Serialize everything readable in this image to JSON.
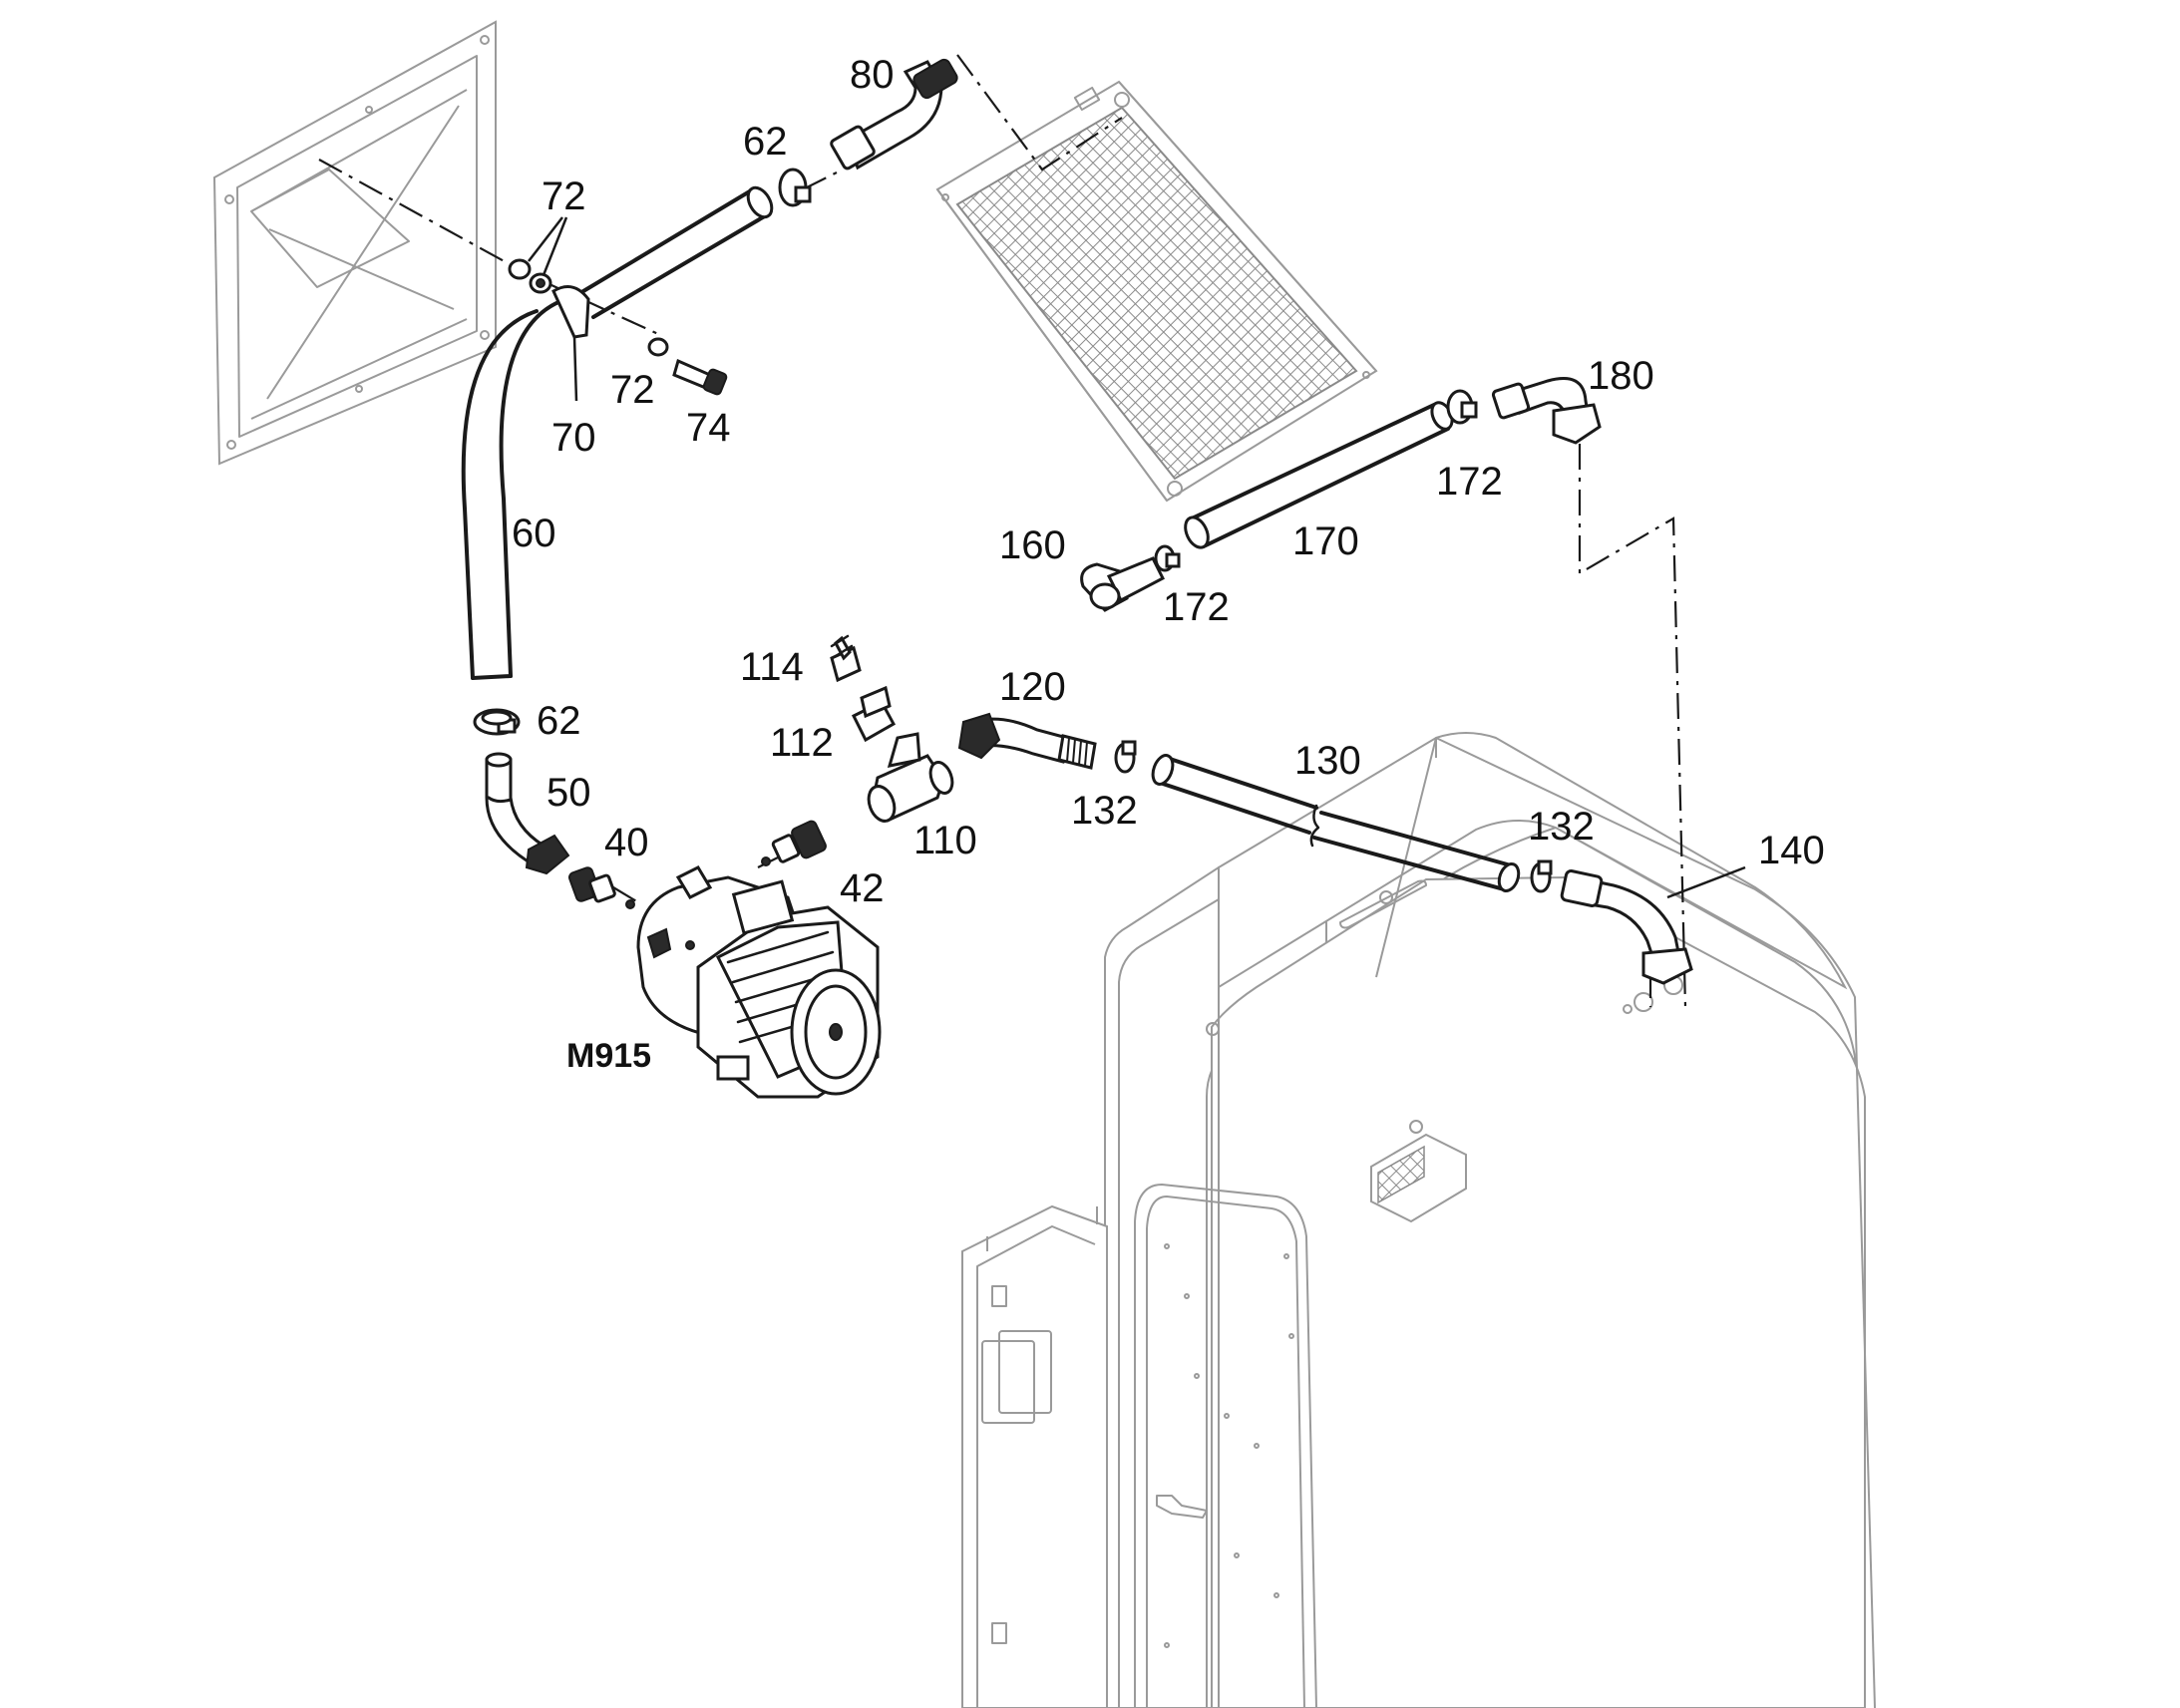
{
  "diagram": {
    "labels": {
      "l80": "80",
      "l62a": "62",
      "l72a": "72",
      "l72b": "72",
      "l74": "74",
      "l70": "70",
      "l60": "60",
      "l62b": "62",
      "l50": "50",
      "l40": "40",
      "l42": "42",
      "l114": "114",
      "l112": "112",
      "l110": "110",
      "l120": "120",
      "l132a": "132",
      "l130": "130",
      "l132b": "132",
      "l140": "140",
      "l160": "160",
      "l170": "170",
      "l172a": "172",
      "l172b": "172",
      "l180": "180",
      "motor": "M915"
    }
  }
}
